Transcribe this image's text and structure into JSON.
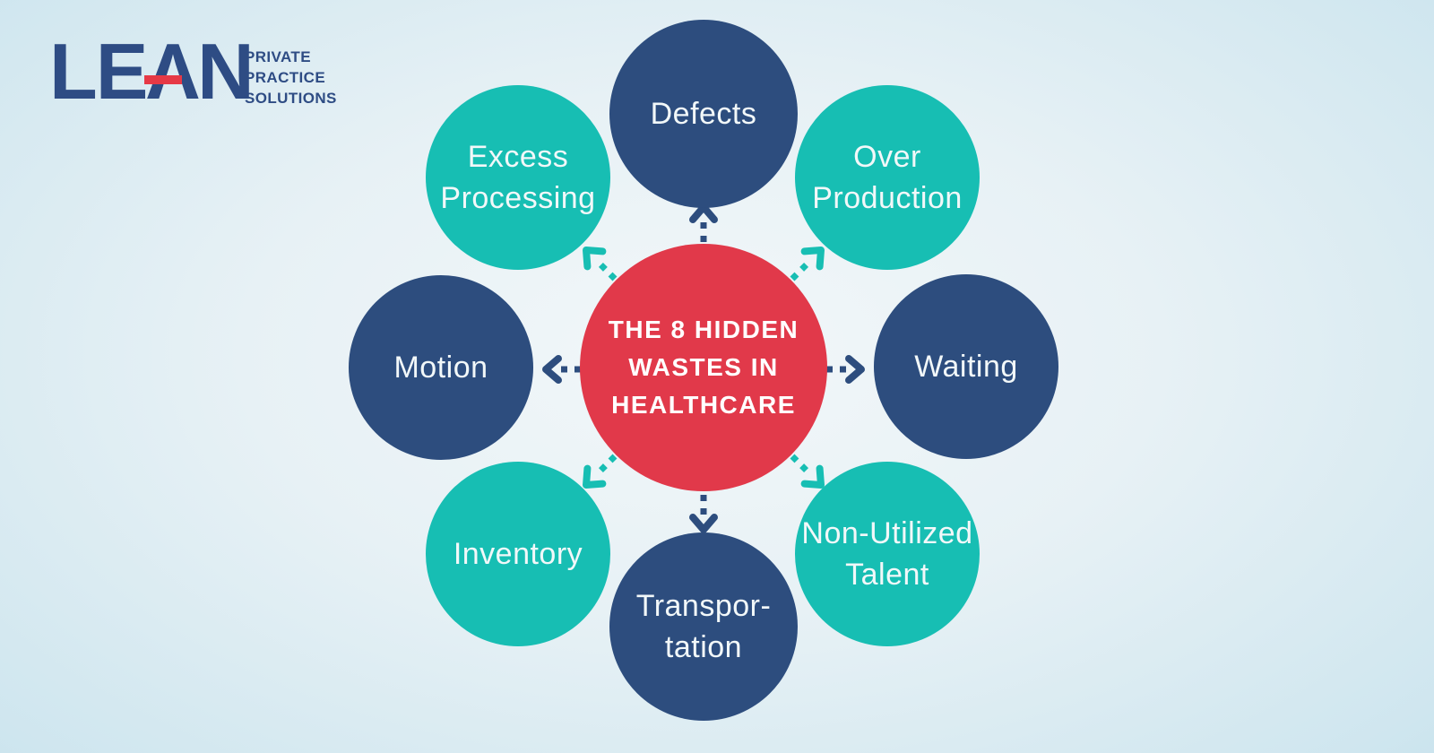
{
  "logo": {
    "wordmark": "LEAN",
    "wordmark_parts": [
      "LE",
      "Λ",
      "N"
    ],
    "tagline_lines": [
      "PRIVATE",
      "PRACTICE",
      "SOLUTIONS"
    ]
  },
  "diagram": {
    "center": {
      "title_lines": [
        "THE 8 HIDDEN",
        "WASTES IN",
        "HEALTHCARE"
      ]
    },
    "nodes": [
      {
        "id": "defects",
        "color": "navy",
        "lines": [
          "Defects"
        ]
      },
      {
        "id": "over-production",
        "color": "teal",
        "lines": [
          "Over",
          "Production"
        ]
      },
      {
        "id": "waiting",
        "color": "navy",
        "lines": [
          "Waiting"
        ]
      },
      {
        "id": "non-utilized-talent",
        "color": "teal",
        "lines": [
          "Non-Utilized",
          "Talent"
        ]
      },
      {
        "id": "transportation",
        "color": "navy",
        "lines": [
          "Transpor-",
          "tation"
        ]
      },
      {
        "id": "inventory",
        "color": "teal",
        "lines": [
          "Inventory"
        ]
      },
      {
        "id": "motion",
        "color": "navy",
        "lines": [
          "Motion"
        ]
      },
      {
        "id": "excess-processing",
        "color": "teal",
        "lines": [
          "Excess",
          "Processing"
        ]
      }
    ]
  },
  "colors": {
    "navy": "#2d4d7e",
    "teal": "#17beb3",
    "red": "#e1394a",
    "logo_navy": "#2e4c84",
    "logo_red": "#e63946",
    "label_text": "#f2f8f9",
    "background_center": "#f2f7f9",
    "background_edge": "#a6d2e2"
  }
}
